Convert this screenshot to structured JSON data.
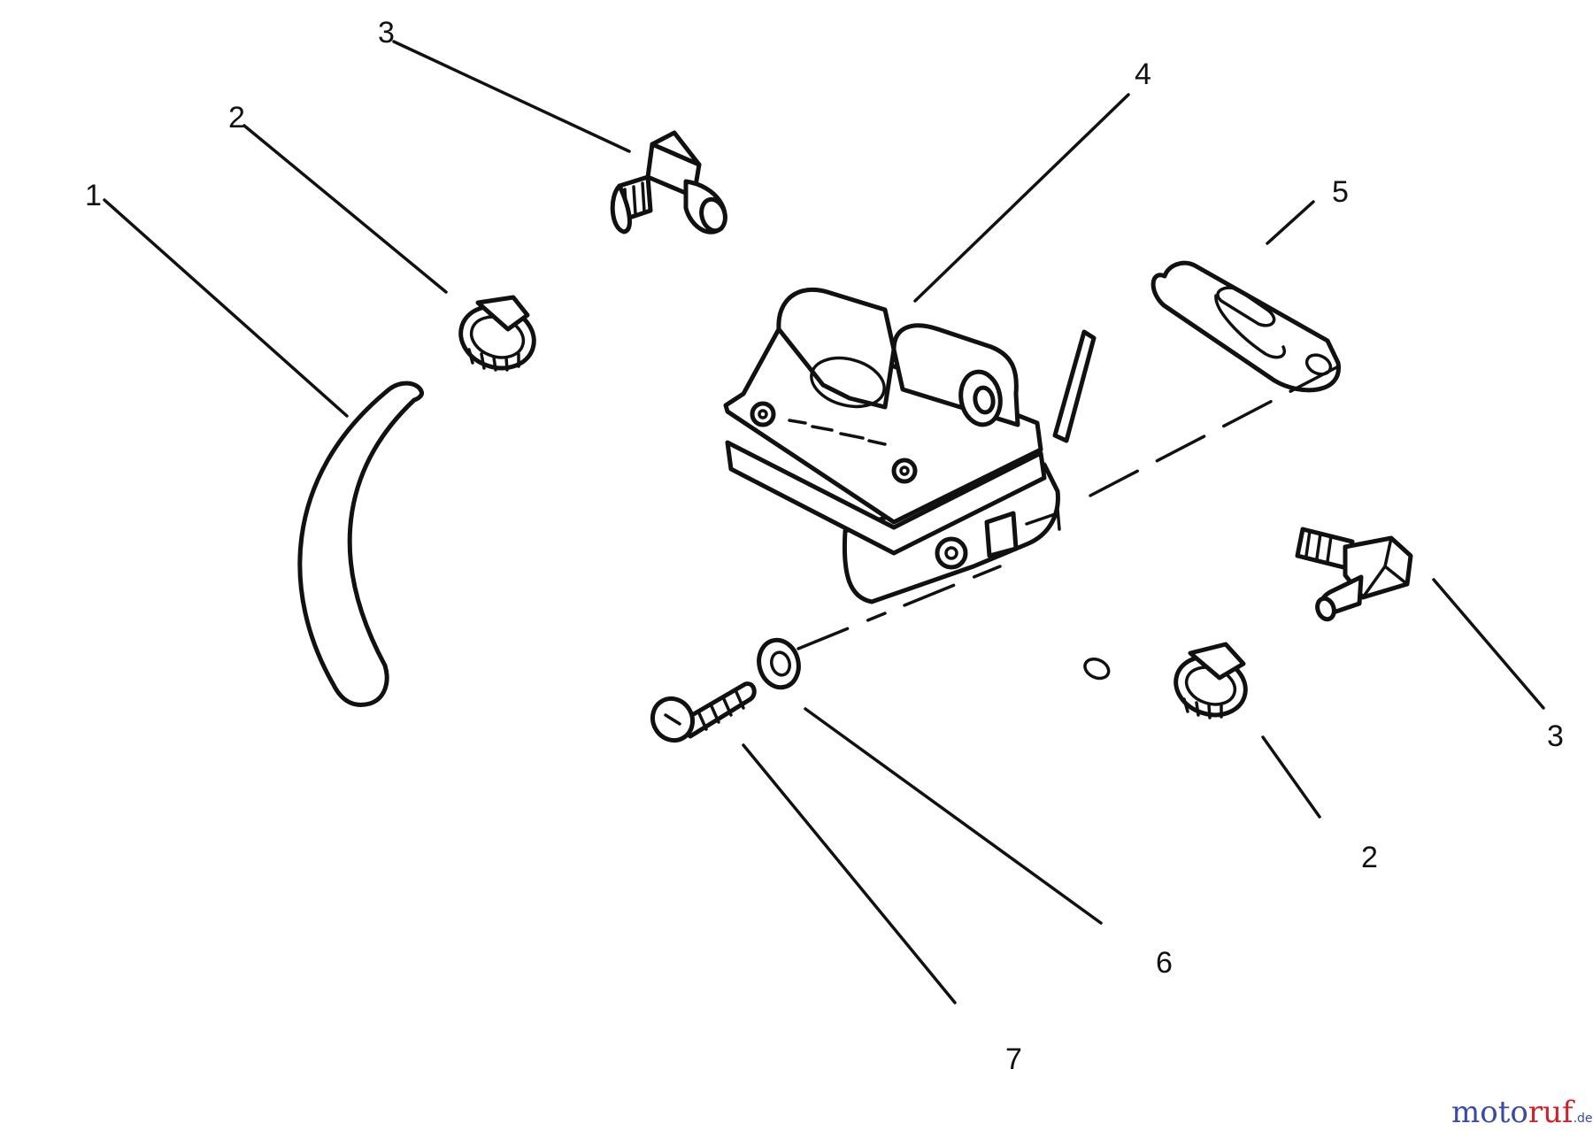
{
  "callouts": {
    "hose": "1",
    "clamp_upper": "2",
    "clamp_lower": "2",
    "elbow_upper": "3",
    "elbow_lower": "3",
    "fuel_pump": "4",
    "gasket": "5",
    "washer": "6",
    "screw": "7"
  },
  "watermark": {
    "part1": "moto",
    "part2": "ruf",
    "suffix": ".de"
  }
}
